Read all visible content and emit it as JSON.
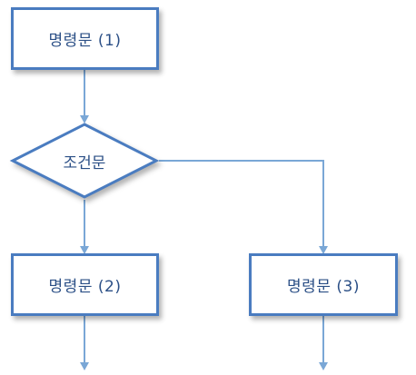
{
  "nodes": {
    "stmt1": "명령문 (1)",
    "condition": "조건문",
    "stmt2": "명령문 (2)",
    "stmt3": "명령문 (3)"
  },
  "colors": {
    "border": "#4a7cc0",
    "connector": "#7aa7d6",
    "text": "#2b4f86"
  }
}
